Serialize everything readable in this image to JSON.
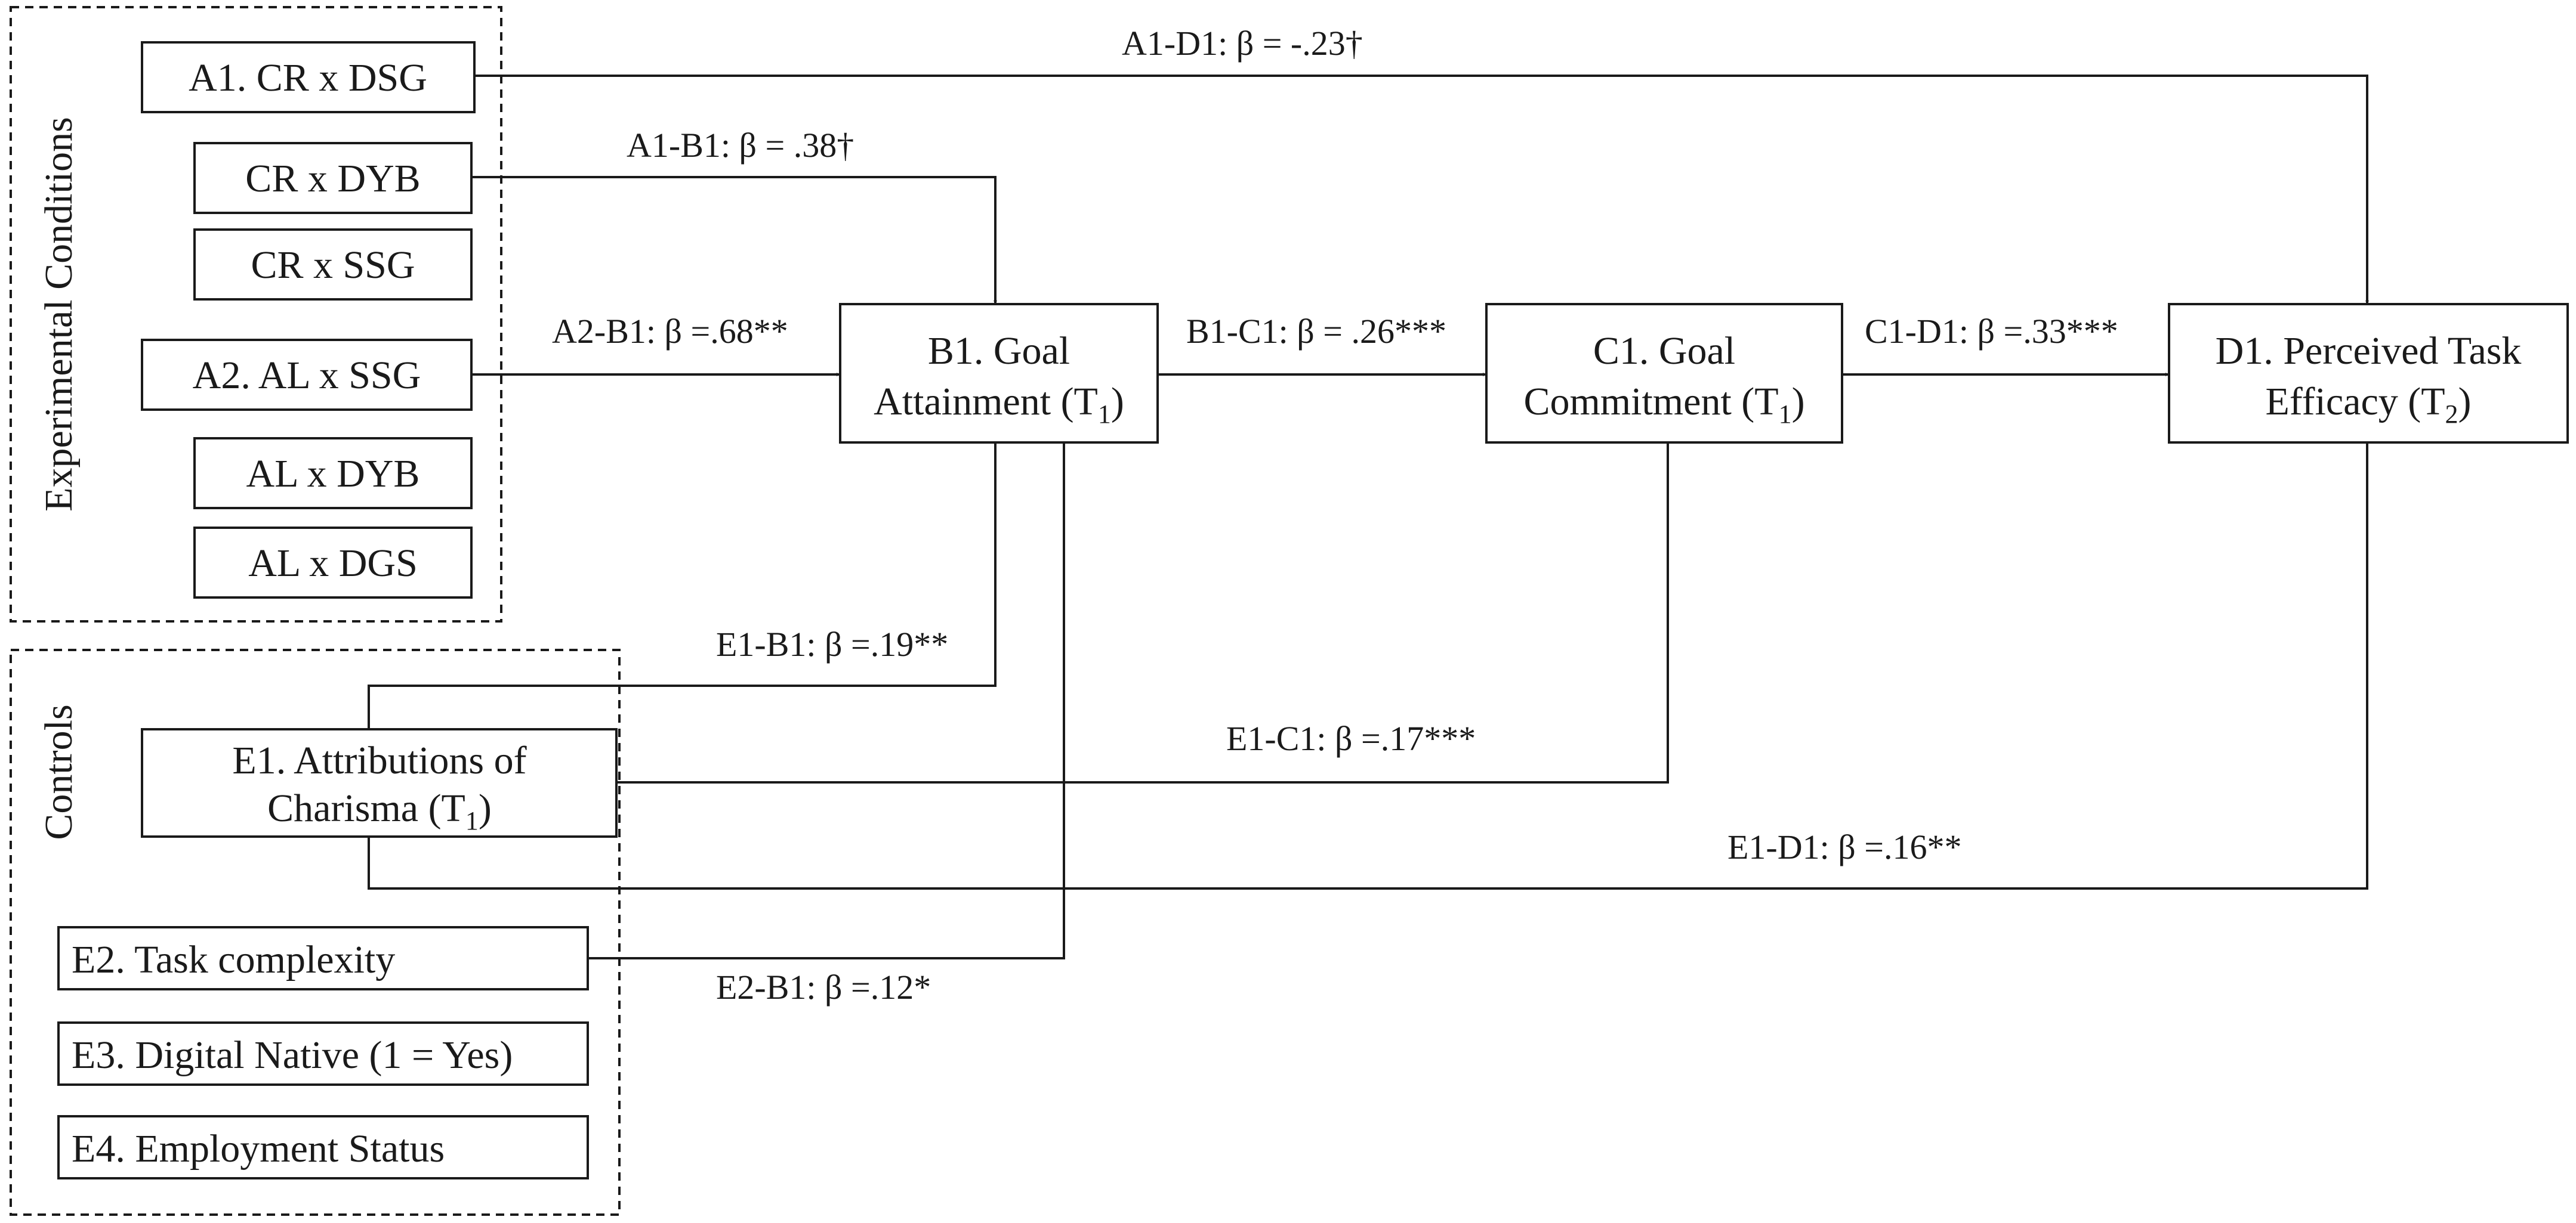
{
  "groups": {
    "experimental": "Experimental Conditions",
    "controls": "Controls"
  },
  "nodes": {
    "a1": "A1. CR x DSG",
    "cr_dyb": "CR x DYB",
    "cr_ssg": "CR x SSG",
    "a2": "A2. AL x SSG",
    "al_dyb": "AL x DYB",
    "al_dgs": "AL x DGS",
    "b1": {
      "line1": "B1. Goal",
      "line2": "Attainment (T",
      "sub": "1",
      "close": ")"
    },
    "c1": {
      "line1": "C1. Goal",
      "line2": "Commitment (T",
      "sub": "1",
      "close": ")"
    },
    "d1": {
      "line1": "D1. Perceived Task",
      "line2": "Efficacy (T",
      "sub": "2",
      "close": ")"
    },
    "e1": {
      "line1": "E1. Attributions of",
      "line2": "Charisma (T",
      "sub": "1",
      "close": ")"
    },
    "e2": "E2. Task complexity",
    "e3": "E3. Digital Native (1 = Yes)",
    "e4": "E4. Employment Status"
  },
  "edges": {
    "a1_d1": "A1-D1: β = -.23†",
    "a1_b1": "A1-B1: β = .38†",
    "a2_b1": "A2-B1: β =.68**",
    "b1_c1": "B1-C1: β = .26***",
    "c1_d1": "C1-D1: β =.33***",
    "e1_b1": "E1-B1: β =.19**",
    "e1_c1": "E1-C1: β =.17***",
    "e1_d1": "E1-D1: β =.16**",
    "e2_b1": "E2-B1: β =.12*"
  }
}
